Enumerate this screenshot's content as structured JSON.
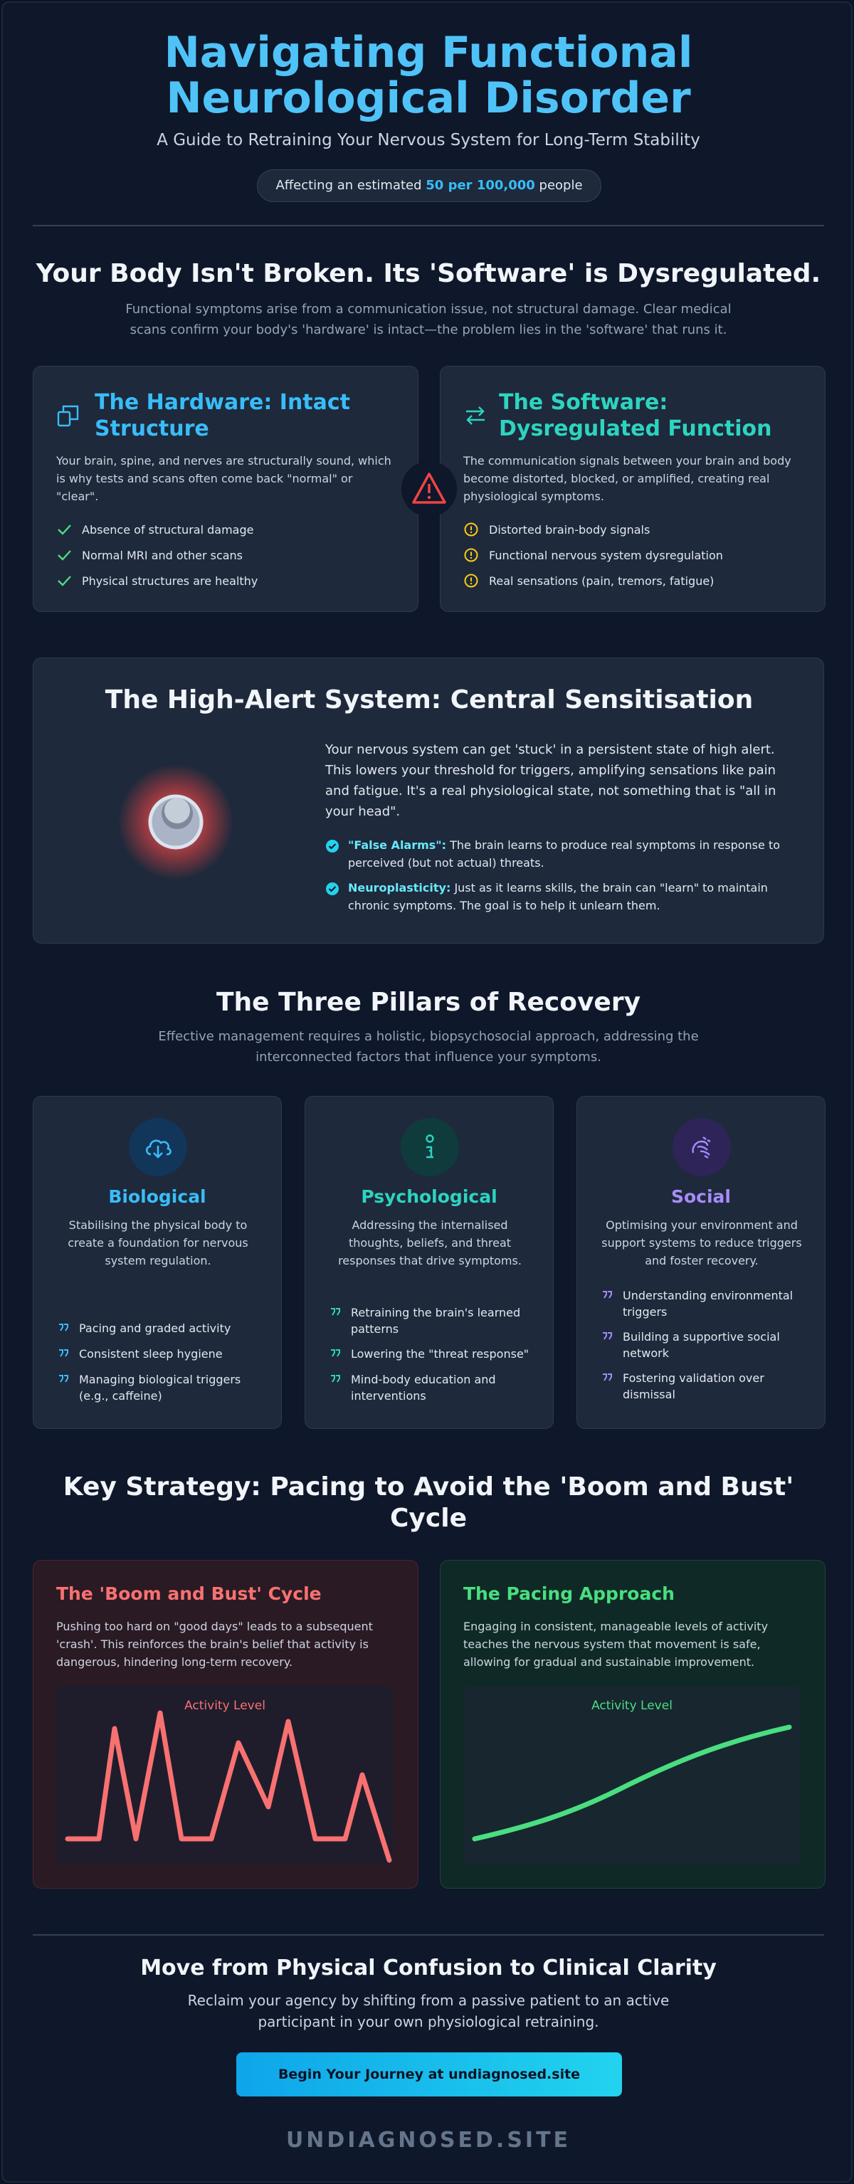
{
  "header": {
    "title_line1": "Navigating Functional",
    "title_line2": "Neurological Disorder",
    "subtitle": "A Guide to Retraining Your Nervous System for Long-Term Stability",
    "stat_prefix": "Affecting an estimated ",
    "stat_value": "50 per 100,000",
    "stat_suffix": " people"
  },
  "section1": {
    "title": "Your Body Isn't Broken. Its 'Software' is Dysregulated.",
    "subtitle_line1": "Functional symptoms arise from a communication issue, not structural damage. Clear medical",
    "subtitle_line2": "scans confirm your body's 'hardware' is intact—the problem lies in the 'software' that runs it.",
    "hardware": {
      "title_line1": "The Hardware: Intact",
      "title_line2": "Structure",
      "desc": [
        "Your brain, spine, and nerves are structurally sound, which",
        "is why tests and scans often come back \"normal\" or",
        "\"clear\"."
      ],
      "items": [
        "Absence of structural damage",
        "Normal MRI and other scans",
        "Physical structures are healthy"
      ]
    },
    "software": {
      "title_line1": "The Software:",
      "title_line2": "Dysregulated Function",
      "desc": [
        "The communication signals between your brain and body",
        "become distorted, blocked, or amplified, creating real",
        "physiological symptoms."
      ],
      "items": [
        "Distorted brain-body signals",
        "Functional nervous system dysregulation",
        "Real sensations (pain, tremors, fatigue)"
      ]
    }
  },
  "section2": {
    "title": "The High-Alert System: Central Sensitisation",
    "desc": [
      "Your nervous system can get 'stuck' in a persistent state of high alert.",
      "This lowers your threshold for triggers, amplifying sensations like pain",
      "and fatigue. It's a real physiological state, not something that is \"all in",
      "your head\"."
    ],
    "point1_label": "\"False Alarms\":",
    "point1_line1": " The brain learns to produce real symptoms in response to",
    "point1_line2": "perceived (but not actual) threats.",
    "point2_label": "Neuroplasticity:",
    "point2_line1": " Just as it learns skills, the brain can \"learn\" to maintain",
    "point2_line2": "chronic symptoms. The goal is to help it unlearn them."
  },
  "section3": {
    "title": "The Three Pillars of Recovery",
    "subtitle_line1": "Effective management requires a holistic, biopsychosocial approach, addressing the",
    "subtitle_line2": "interconnected factors that influence your symptoms.",
    "pillars": [
      {
        "title": "Biological",
        "desc": [
          "Stabilising the physical body to",
          "create a foundation for nervous",
          "system regulation."
        ],
        "items": [
          [
            "Pacing and graded activity"
          ],
          [
            "Consistent sleep hygiene"
          ],
          [
            "Managing biological triggers",
            "(e.g., caffeine)"
          ]
        ],
        "color": "#38bdf8"
      },
      {
        "title": "Psychological",
        "desc": [
          "Addressing the internalised",
          "thoughts, beliefs, and threat",
          "responses that drive symptoms."
        ],
        "items": [
          [
            "Retraining the brain's learned",
            "patterns"
          ],
          [
            "Lowering the \"threat response\""
          ],
          [
            "Mind-body education and",
            "interventions"
          ]
        ],
        "color": "#2dd4bf"
      },
      {
        "title": "Social",
        "desc": [
          "Optimising your environment and",
          "support systems to reduce triggers",
          "and foster recovery."
        ],
        "items": [
          [
            "Understanding environmental",
            "triggers"
          ],
          [
            "Building a supportive social",
            "network"
          ],
          [
            "Fostering validation over",
            "dismissal"
          ]
        ],
        "color": "#a78bfa"
      }
    ]
  },
  "section4": {
    "title_line1": "Key Strategy: Pacing to Avoid the 'Boom and Bust'",
    "title_line2": "Cycle",
    "boom": {
      "title": "The 'Boom and Bust' Cycle",
      "desc": [
        "Pushing too hard on \"good days\" leads to a subsequent",
        "'crash'. This reinforces the brain's belief that activity is",
        "dangerous, hindering long-term recovery."
      ],
      "chart_label": "Activity Level",
      "color": "#f87171"
    },
    "pacing": {
      "title": "The Pacing Approach",
      "desc": [
        "Engaging in consistent, manageable levels of activity",
        "teaches the nervous system that movement is safe,",
        "allowing for gradual and sustainable improvement."
      ],
      "chart_label": "Activity Level",
      "color": "#4ade80"
    }
  },
  "footer": {
    "title": "Move from Physical Confusion to Clinical Clarity",
    "desc_line1": "Reclaim your agency by shifting from a passive patient to an active",
    "desc_line2": "participant in your own physiological retraining.",
    "button": "Begin Your Journey at undiagnosed.site",
    "brand": "UNDIAGNOSED.SITE"
  }
}
